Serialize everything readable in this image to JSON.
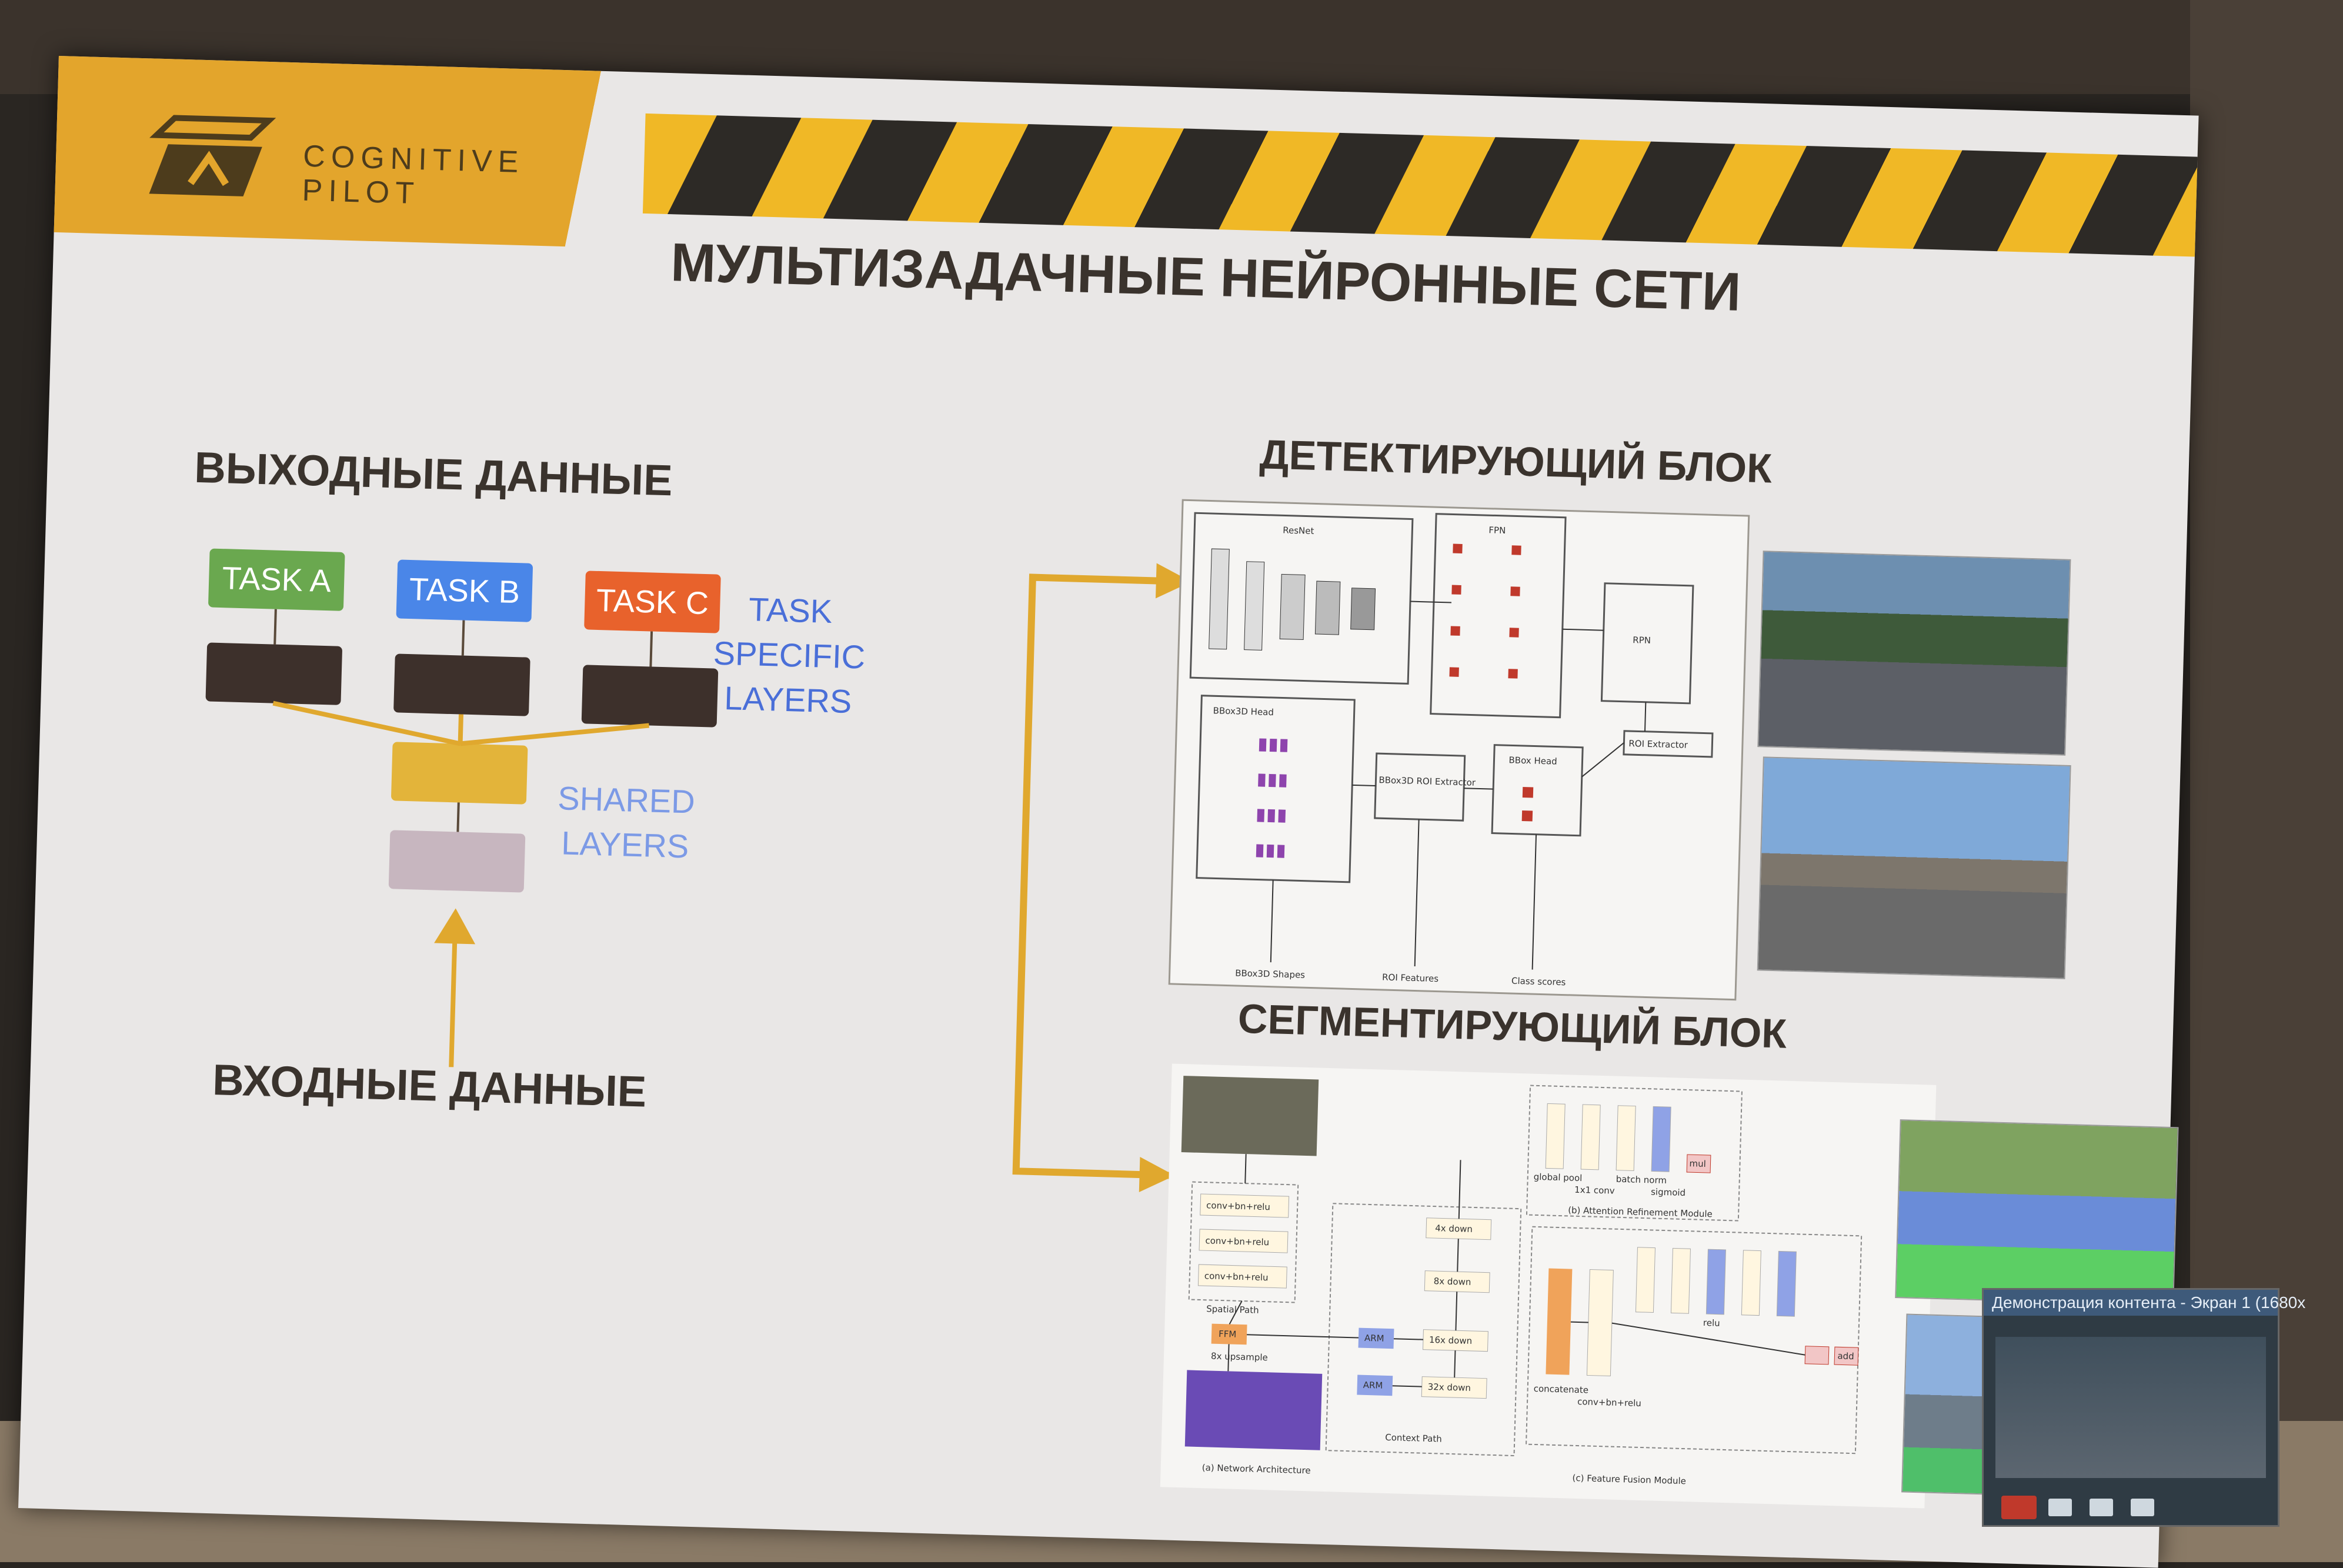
{
  "logo": {
    "line1": "COGNITIVE",
    "line2": "PILOT"
  },
  "title": "МУЛЬТИЗАДАЧНЫЕ НЕЙРОННЫЕ СЕТИ",
  "left": {
    "output_heading": "ВЫХОДНЫЕ ДАННЫЕ",
    "input_heading": "ВХОДНЫЕ ДАННЫЕ",
    "tasks": [
      {
        "label": "TASK A",
        "color": "#6aa84f"
      },
      {
        "label": "TASK B",
        "color": "#4a86e8"
      },
      {
        "label": "TASK C",
        "color": "#e8622c"
      }
    ],
    "task_specific_label": "TASK\nSPECIFIC\nLAYERS",
    "shared_label": "SHARED\nLAYERS",
    "shared_color": "#e3b43a",
    "input_box_color": "#c7b6bf",
    "arrow_color": "#e0a82e"
  },
  "detect": {
    "heading": "ДЕТЕКТИРУЮЩИЙ БЛОК",
    "labels": [
      "ResNet",
      "FPN",
      "RPN",
      "ROI Extractor",
      "BBox3D Head",
      "BBox3D ROI Extractor",
      "BBox Head",
      "BBox3D Shapes",
      "ROI Features",
      "Class scores"
    ]
  },
  "segment": {
    "heading": "СЕГМЕНТИРУЮЩИЙ БЛОК",
    "labels": [
      "conv+bn+relu",
      "conv+bn+relu",
      "conv+bn+relu",
      "Spatial Path",
      "FFM",
      "8x upsample",
      "ARM",
      "ARM",
      "4x down",
      "8x down",
      "16x down",
      "32x down",
      "Context Path",
      "(a) Network Architecture",
      "(b) Attention Refinement Module",
      "(c) Feature Fusion Module",
      "global pool",
      "1x1 conv",
      "batch norm",
      "sigmoid",
      "mul",
      "concatenate",
      "conv+bn+relu",
      "relu",
      "add"
    ]
  },
  "video": {
    "title": "Демонстрация контента - Экран 1 (1680x"
  }
}
